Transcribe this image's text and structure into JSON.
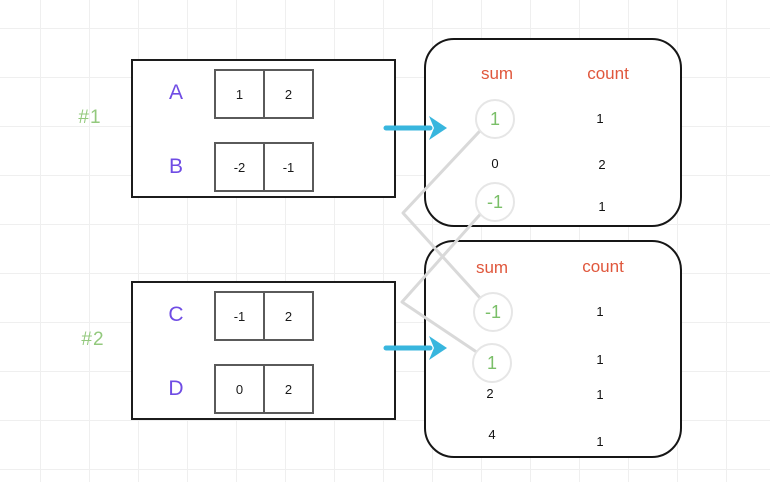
{
  "colors": {
    "array_label": "#6f4ce4",
    "example_label": "#93c97d",
    "table_header": "#e0573c",
    "highlighted_sum": "#7abf68",
    "arrow": "#38b6de",
    "connector_line": "#d9d9d9"
  },
  "examples": [
    {
      "label": "#1",
      "arrays": [
        {
          "name": "A",
          "cells": [
            "1",
            "2"
          ]
        },
        {
          "name": "B",
          "cells": [
            "-2",
            "-1"
          ]
        }
      ],
      "table": {
        "sum_header": "sum",
        "count_header": "count",
        "rows": [
          {
            "sum": "1",
            "count": "1",
            "circled": true
          },
          {
            "sum": "0",
            "count": "2",
            "circled": false
          },
          {
            "sum": "-1",
            "count": "1",
            "circled": true
          }
        ]
      }
    },
    {
      "label": "#2",
      "arrays": [
        {
          "name": "C",
          "cells": [
            "-1",
            "2"
          ]
        },
        {
          "name": "D",
          "cells": [
            "0",
            "2"
          ]
        }
      ],
      "table": {
        "sum_header": "sum",
        "count_header": "count",
        "rows": [
          {
            "sum": "-1",
            "count": "1",
            "circled": true
          },
          {
            "sum": "1",
            "count": "1",
            "circled": true
          },
          {
            "sum": "2",
            "count": "1",
            "circled": false
          },
          {
            "sum": "4",
            "count": "1",
            "circled": false
          }
        ]
      }
    }
  ],
  "connections": [
    {
      "from": "example1.sum.1",
      "to": "example2.sum.-1"
    },
    {
      "from": "example1.sum.-1",
      "to": "example2.sum.1"
    }
  ]
}
